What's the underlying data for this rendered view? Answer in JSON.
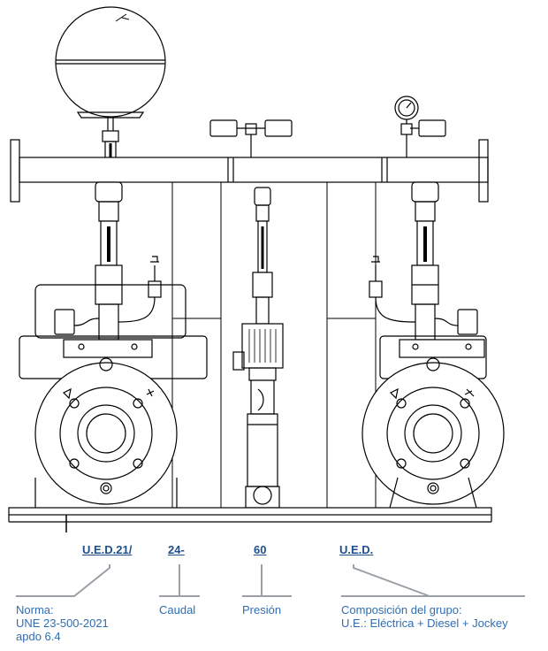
{
  "codes": {
    "system": "U.E.D.21/",
    "flow": "24-",
    "pressure": "60",
    "composition": "U.E.D."
  },
  "labels": {
    "norma": [
      "Norma:",
      "UNE 23-500-2021",
      "apdo 6.4"
    ],
    "caudal": "Caudal",
    "presion": "Presión",
    "composicion": [
      "Composición del grupo:",
      "U.E.: Eléctrica + Diesel + Jockey"
    ]
  },
  "colors": {
    "code_text": "#1f4f8a",
    "label_text": "#2f6db3",
    "leader_line": "#9aa0a6",
    "drawing_line": "#000000"
  }
}
